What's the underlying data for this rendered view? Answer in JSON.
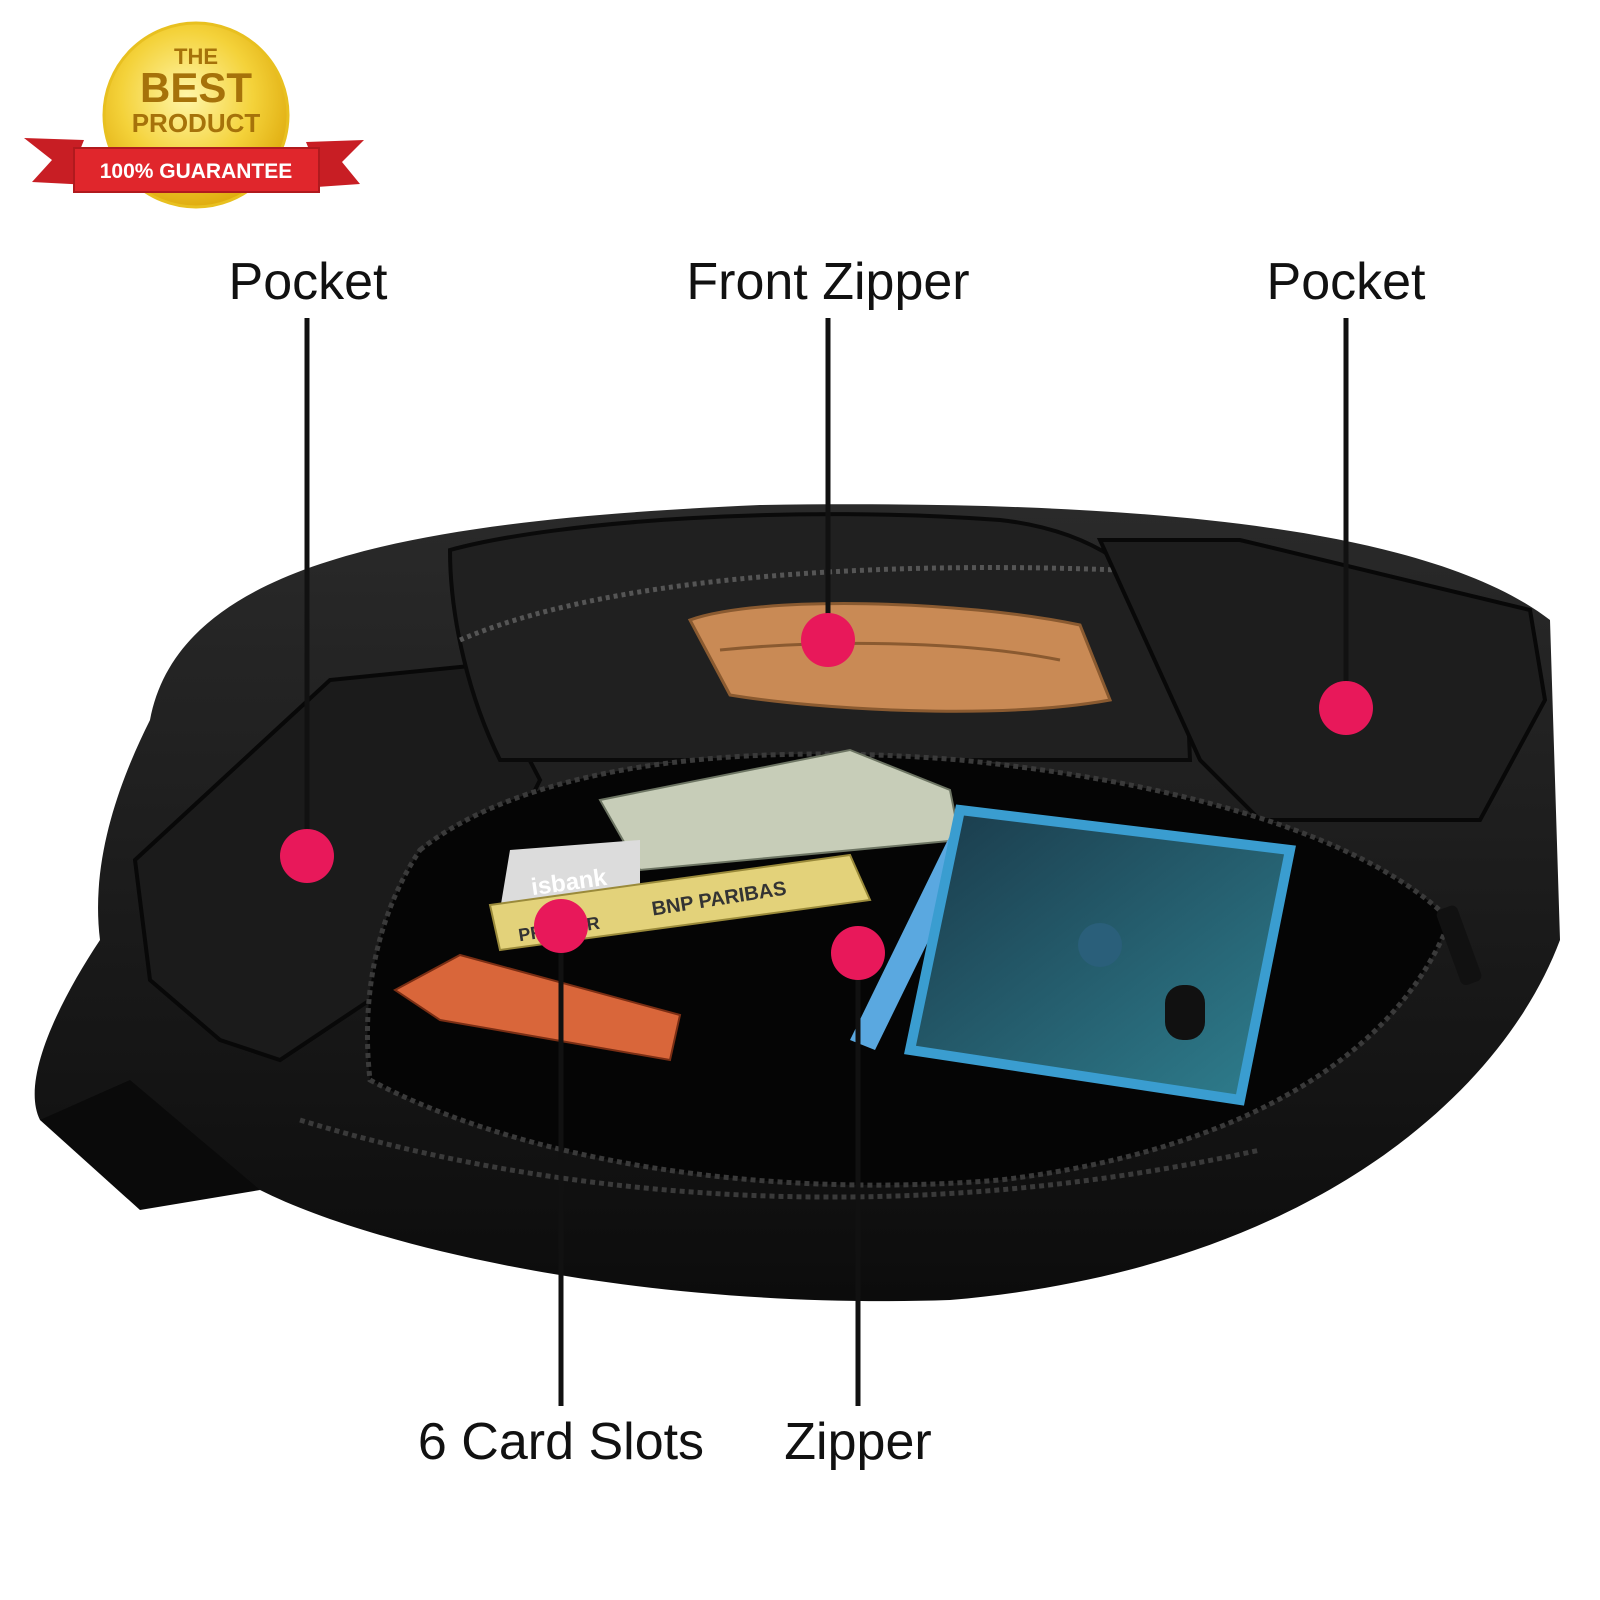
{
  "badge": {
    "line1": "THE",
    "line2": "BEST",
    "line3": "PRODUCT",
    "ribbon": "100% GUARANTEE"
  },
  "callouts": {
    "pocket_left": "Pocket",
    "front_zipper": "Front Zipper",
    "pocket_right": "Pocket",
    "card_slots": "6 Card Slots",
    "zipper": "Zipper"
  },
  "item_text": {
    "bank": "isbank",
    "card_bank": "BNP PARIBAS",
    "card_tier": "PREMIER"
  },
  "colors": {
    "marker": "#e8185a",
    "leader": "#111111",
    "bag": "#141414",
    "wallet": "#c98a55",
    "phone": "#3a9dd0",
    "badge_gold": "#f4d23a",
    "ribbon_red": "#e0262c"
  }
}
